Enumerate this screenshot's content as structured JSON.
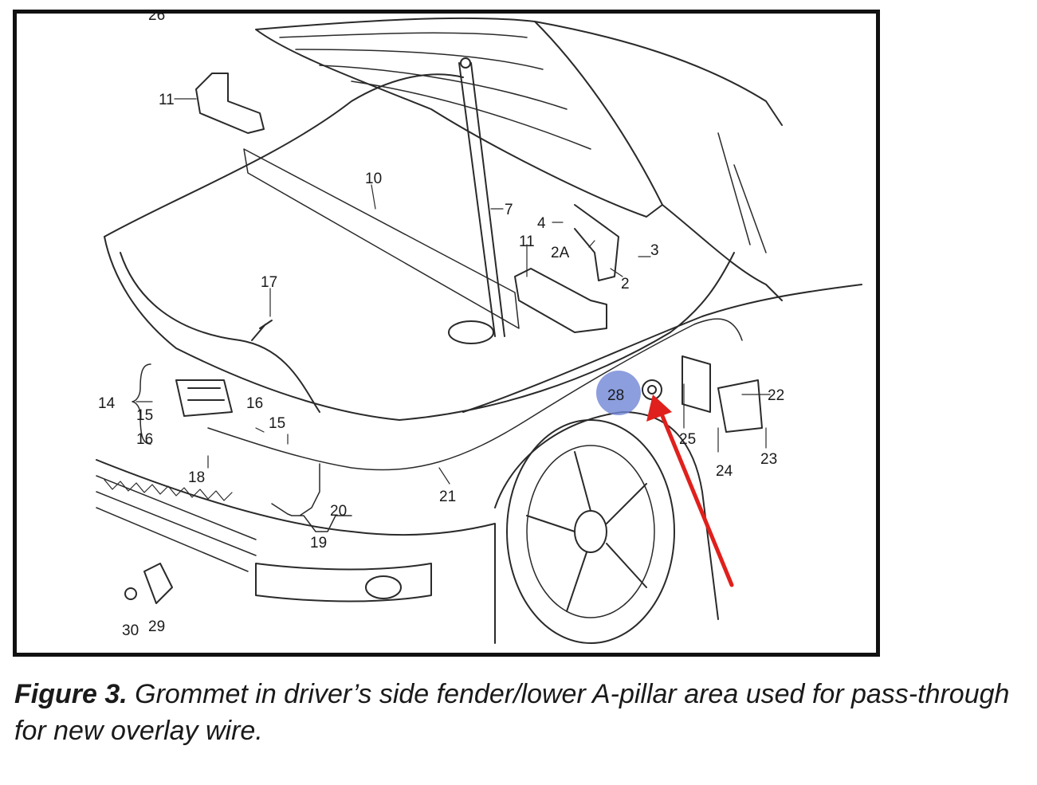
{
  "caption": {
    "figure_label": "Figure 3.",
    "text": " Grommet in driver’s side fender/lower A-pillar area used for pass-through for new overlay wire."
  },
  "colors": {
    "highlight": "#6f86d6",
    "arrow": "#e0201c",
    "line": "#2a2a2a",
    "frame": "#111111"
  },
  "labels": {
    "l26": "26",
    "l11a": "11",
    "l11b": "11",
    "l10": "10",
    "l7": "7",
    "l4": "4",
    "l2a": "2A",
    "l3": "3",
    "l2": "2",
    "l17": "17",
    "l14": "14",
    "l15a": "15",
    "l16a": "16",
    "l16b": "16",
    "l15b": "15",
    "l18": "18",
    "l20": "20",
    "l19": "19",
    "l21": "21",
    "l28": "28",
    "l25": "25",
    "l22": "22",
    "l24": "24",
    "l23": "23",
    "l30": "30",
    "l29": "29"
  }
}
